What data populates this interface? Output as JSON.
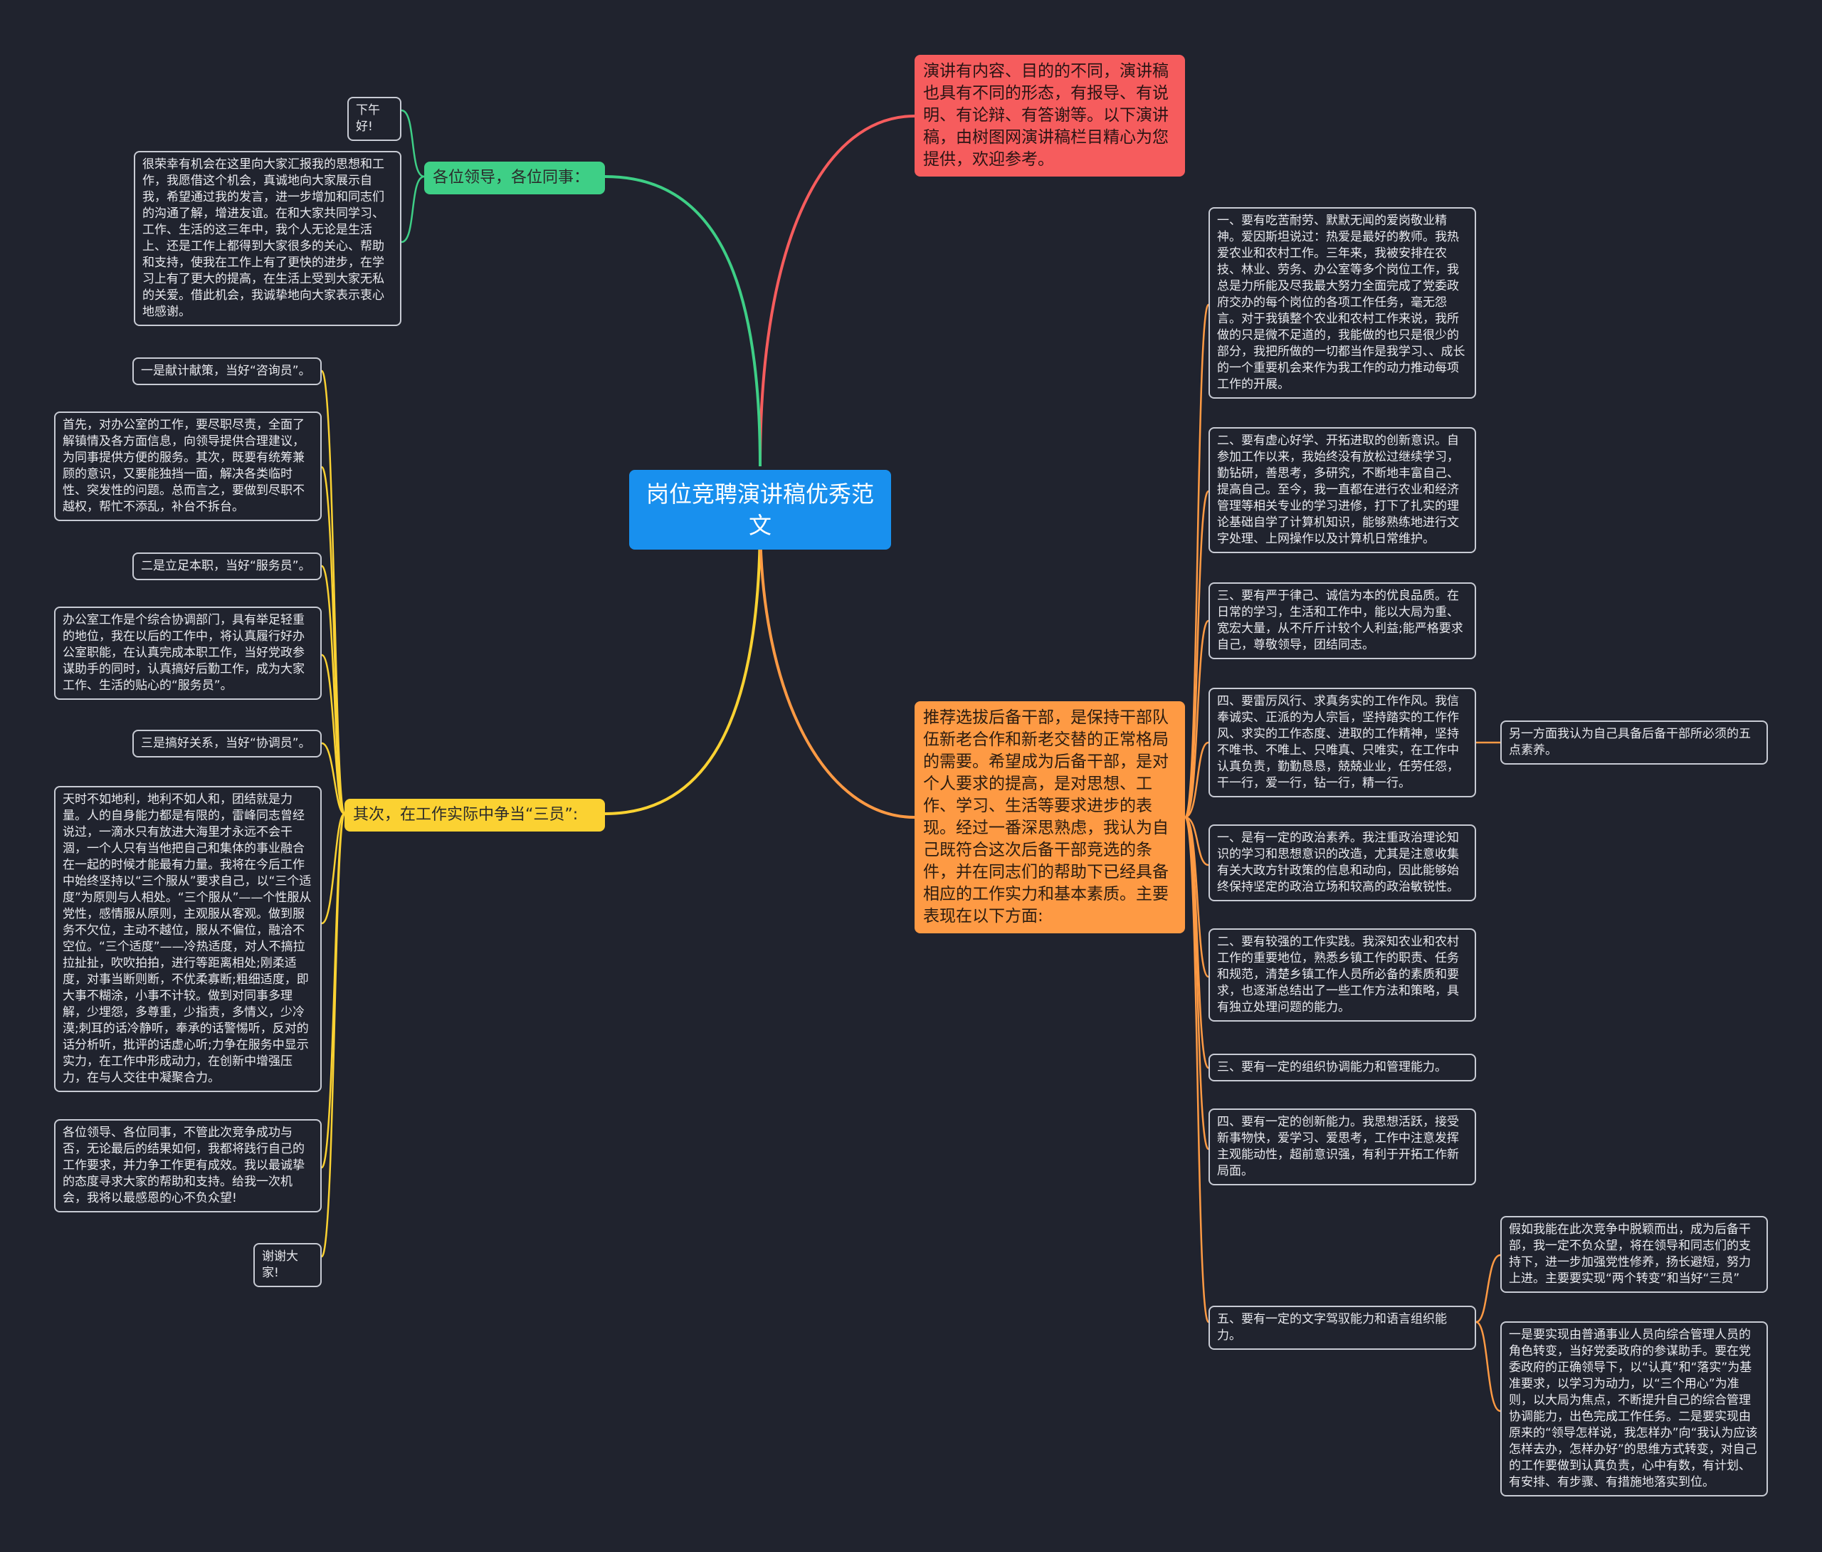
{
  "root": {
    "label": "岗位竞聘演讲稿优秀范文"
  },
  "branches": {
    "intro": {
      "label": "演讲有内容、目的的不同，演讲稿也具有不同的形态，有报导、有说明、有论辩、有答谢等。以下演讲稿，由树图网演讲稿栏目精心为您提供，欢迎参考。"
    },
    "greeting": {
      "label": "各位领导，各位同事：",
      "children": [
        "下午好!",
        "很荣幸有机会在这里向大家汇报我的思想和工作，我愿借这个机会，真诚地向大家展示自我，希望通过我的发言，进一步增加和同志们的沟通了解，增进友谊。在和大家共同学习、工作、生活的这三年中，我个人无论是生活上、还是工作上都得到大家很多的关心、帮助和支持，使我在工作上有了更快的进步，在学习上有了更大的提高，在生活上受到大家无私的关爱。借此机会，我诚挚地向大家表示衷心地感谢。"
      ]
    },
    "three": {
      "label": "其次，在工作实际中争当“三员”:",
      "children": [
        "一是献计献策，当好“咨询员”。",
        "首先，对办公室的工作，要尽职尽责，全面了解镇情及各方面信息，向领导提供合理建议，为同事提供方便的服务。其次，既要有统筹兼顾的意识，又要能独挡一面，解决各类临时性、突发性的问题。总而言之，要做到尽职不越权，帮忙不添乱，补台不拆台。",
        "二是立足本职，当好“服务员”。",
        "办公室工作是个综合协调部门，具有举足轻重的地位，我在以后的工作中，将认真履行好办公室职能，在认真完成本职工作，当好党政参谋助手的同时，认真搞好后勤工作，成为大家工作、生活的贴心的“服务员”。",
        "三是搞好关系，当好“协调员”。",
        "天时不如地利，地利不如人和，团结就是力量。人的自身能力都是有限的，雷峰同志曾经说过，一滴水只有放进大海里才永远不会干涸，一个人只有当他把自己和集体的事业融合在一起的时候才能最有力量。我将在今后工作中始终坚持以“三个服从”要求自己，以“三个适度”为原则与人相处。“三个服从”——个性服从党性，感情服从原则，主观服从客观。做到服务不欠位，主动不越位，服从不偏位，融洽不空位。“三个适度”——冷热适度，对人不搞拉拉扯扯，吹吹拍拍，进行等距离相处;刚柔适度，对事当断则断，不优柔寡断;粗细适度，即大事不糊涂，小事不计较。做到对同事多理解，少埋怨，多尊重，少指责，多情义，少冷漠;刺耳的话冷静听，奉承的话警惕听，反对的话分析听，批评的话虚心听;力争在服务中显示实力，在工作中形成动力，在创新中增强压力，在与人交往中凝聚合力。",
        "各位领导、各位同事，不管此次竞争成功与否，无论最后的结果如何，我都将践行自己的工作要求，并力争工作更有成效。我以最诚挚的态度寻求大家的帮助和支持。给我一次机会，我将以最感恩的心不负众望!",
        "谢谢大家!"
      ]
    },
    "recommend": {
      "label": "推荐选拔后备干部，是保持干部队伍新老合作和新老交替的正常格局的需要。希望成为后备干部，是对个人要求的提高，是对思想、工作、学习、生活等要求进步的表现。经过一番深思熟虑，我认为自己既符合这次后备干部竞选的条件，并在同志们的帮助下已经具备相应的工作实力和基本素质。主要表现在以下方面:",
      "children": [
        "一、要有吃苦耐劳、默默无闻的爱岗敬业精神。爱因斯坦说过：热爱是最好的教师。我热爱农业和农村工作。三年来，我被安排在农技、林业、劳务、办公室等多个岗位工作，我总是力所能及尽我最大努力全面完成了党委政府交办的每个岗位的各项工作任务，毫无怨言。对于我镇整个农业和农村工作来说，我所做的只是微不足道的，我能做的也只是很少的部分，我把所做的一切都当作是我学习、、成长的一个重要机会来作为我工作的动力推动每项工作的开展。",
        "二、要有虚心好学、开拓进取的创新意识。自参加工作以来，我始终没有放松过继续学习，勤钻研，善思考，多研究，不断地丰富自己、提高自己。至今，我一直都在进行农业和经济管理等相关专业的学习进修，打下了扎实的理论基础自学了计算机知识，能够熟练地进行文字处理、上网操作以及计算机日常维护。",
        "三、要有严于律己、诚信为本的优良品质。在日常的学习，生活和工作中，能以大局为重、宽宏大量，从不斤斤计较个人利益;能严格要求自己，尊敬领导，团结同志。",
        "四、要雷厉风行、求真务实的工作作风。我信奉诚实、正派的为人宗旨，坚持踏实的工作作风、求实的工作态度、进取的工作精神，坚持不唯书、不唯上、只唯真、只唯实，在工作中认真负责，勤勤恳恳，兢兢业业，任劳任怨，干一行，爱一行，钻一行，精一行。",
        "一、是有一定的政治素养。我注重政治理论知识的学习和思想意识的改造，尤其是注意收集有关大政方针政策的信息和动向，因此能够始终保持坚定的政治立场和较高的政治敏锐性。",
        "二、要有较强的工作实践。我深知农业和农村工作的重要地位，熟悉乡镇工作的职责、任务和规范，清楚乡镇工作人员所必备的素质和要求，也逐渐总结出了一些工作方法和策略，具有独立处理问题的能力。",
        "三、要有一定的组织协调能力和管理能力。",
        "四、要有一定的创新能力。我思想活跃，接受新事物快，爱学习、爱思考，工作中注意发挥主观能动性，超前意识强，有利于开拓工作新局面。",
        "五、要有一定的文字驾驭能力和语言组织能力。"
      ],
      "side": "另一方面我认为自己具备后备干部所必须的五点素养。",
      "fifth_children": [
        "假如我能在此次竞争中脱颖而出，成为后备干部，我一定不负众望，将在领导和同志们的支持下，进一步加强党性修养，扬长避短，努力上进。主要要实现“两个转变”和当好“三员”",
        "一是要实现由普通事业人员向综合管理人员的角色转变，当好党委政府的参谋助手。要在党委政府的正确领导下，以“认真”和“落实”为基准要求，以学习为动力，以“三个用心”为准则，以大局为焦点，不断提升自己的综合管理协调能力，出色完成工作任务。二是要实现由原来的“领导怎样说，我怎样办”向“我认为应该怎样去办，怎样办好”的思维方式转变，对自己的工作要做到认真负责，心中有数，有计划、有安排、有步骤、有措施地落实到位。"
      ]
    }
  },
  "colors": {
    "background": "#20232e",
    "root": "#1890ee",
    "green": "#3ecf86",
    "yellow": "#fbd232",
    "red": "#f65c5d",
    "orange": "#fe9a44",
    "leaf_border": "#c8cbd4"
  }
}
